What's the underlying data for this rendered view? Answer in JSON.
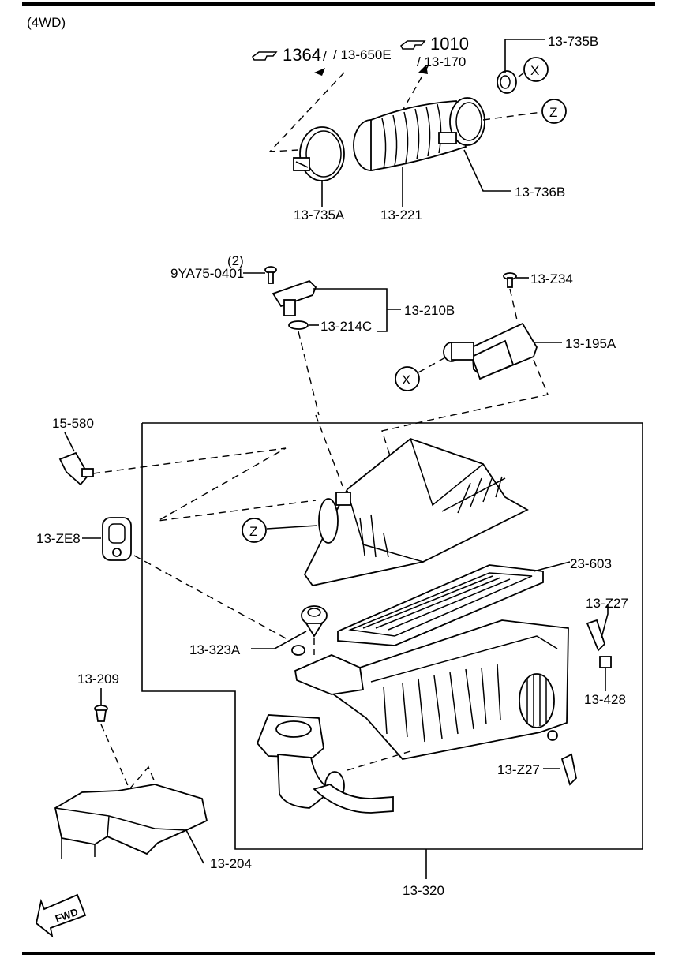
{
  "header": {
    "variant": "(4WD)"
  },
  "refs": {
    "ref1_num": "1364",
    "ref1_code": "/ 13-650E",
    "ref2_num": "1010",
    "ref2_code": "/ 13-170"
  },
  "callouts": {
    "x": "X",
    "z": "Z"
  },
  "parts": {
    "p13_735B": "13-735B",
    "p13_735A": "13-735A",
    "p13_221": "13-221",
    "p13_736B": "13-736B",
    "qty": "(2)",
    "p9YA75": "9YA75-0401",
    "p13_210B": "13-210B",
    "p13_214C": "13-214C",
    "p13_Z34": "13-Z34",
    "p13_195A": "13-195A",
    "p15_580": "15-580",
    "p13_ZE8": "13-ZE8",
    "p23_603": "23-603",
    "p13_Z27": "13-Z27",
    "p13_323A": "13-323A",
    "p13_428": "13-428",
    "p13_209": "13-209",
    "p13_204": "13-204",
    "p13_320": "13-320"
  },
  "fwd": "FWD"
}
